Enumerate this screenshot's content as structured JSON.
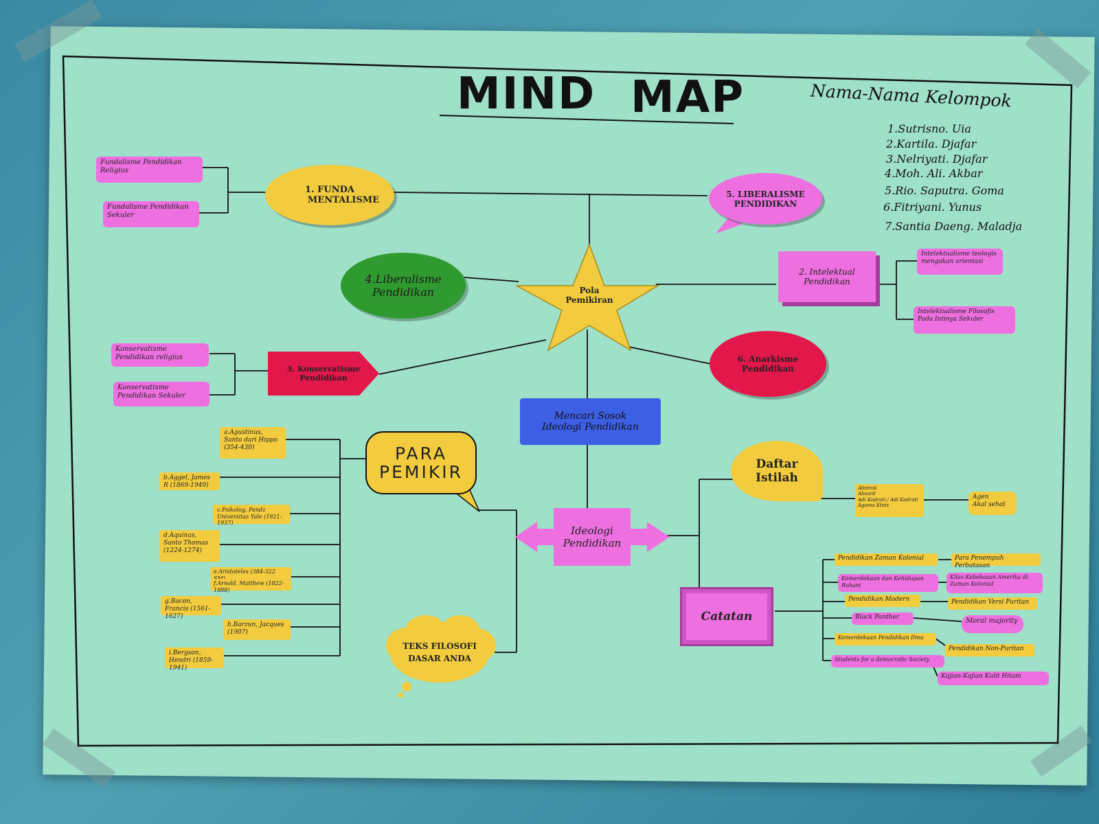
{
  "title": {
    "word1": "MIND",
    "word2": "MAP"
  },
  "group": {
    "heading": "Nama-Nama Kelompok",
    "members": [
      "1.Sutrisno. Uia",
      "2.Kartila. Djafar",
      "3.Nelriyati. Djafar",
      "4.Moh. Ali. Akbar",
      "5.Rio. Saputra. Goma",
      "6.Fitriyani. Yunus",
      "7.Santia Daeng. Maladja"
    ]
  },
  "center": {
    "line1": "Pola",
    "line2": "Pemikiran"
  },
  "banner": {
    "line1": "Mencari Sosok",
    "line2": "Ideologi Pendidikan"
  },
  "arrow": {
    "line1": "Ideologi",
    "line2": "Pendidikan"
  },
  "branches": {
    "b1": {
      "line1": "1. FUNDA",
      "line2": "MENTALISME"
    },
    "b2": {
      "line1": "2. Intelektual",
      "line2": "Pendidikan"
    },
    "b3": {
      "line1": "3. Konservatisme",
      "line2": "Pendidikan"
    },
    "b4": {
      "line1": "4.Liberalisme",
      "line2": "Pendidikan"
    },
    "b5": {
      "line1": "5. LIBERALISME",
      "line2": "PENDIDIKAN"
    },
    "b6": {
      "line1": "6. Anarkisme",
      "line2": "Pendidikan"
    }
  },
  "leaves": {
    "fund1": "Fundalisme Pendidikan Religius",
    "fund2": "Fundalisme Pendidikan Sekuler",
    "intel1": "Intelektualisme teologis mengakan orientasi",
    "intel2": "Intelektualisme Filosofis Pada Intinya Sekuler",
    "kons1": "Konservatisme Pendidikan religius",
    "kons2": "Konservatisme Pendidikan Sekuler"
  },
  "thinkers_title": {
    "line1": "PARA",
    "line2": "PEMIKIR"
  },
  "thinkers": [
    "a.Agustinus, Santo dari Hippo (354-430)",
    "b.Aggel, James R (1869-1949)",
    "c.Psikolog, Pendz Universitas Yale (1921-1937)",
    "d.Aquinas, Santo Thomas (1224-1274)",
    "e.Aristoteles (384-322 SM)",
    "f.Arnold, Matthew (1822-1888)",
    "g.Bacon, Francis (1561-1627)",
    "h.Barzun, Jacques (1907)",
    "i.Bergson, Hendri (1859-1941)"
  ],
  "cloud": {
    "line1": "TEKS FILOSOFI",
    "line2": "DASAR ANDA"
  },
  "glossary": {
    "line1": "Daftar",
    "line2": "Istilah"
  },
  "glossary_left": [
    "Abstrak",
    "Absurd",
    "Adi Kodrati / Adi Kodrati",
    "Agama Etnis"
  ],
  "glossary_right": [
    "Agen",
    "Akal sehat"
  ],
  "notes": {
    "title": "Catatan"
  },
  "notes_items": [
    "Pendidikan Zaman Kolonial",
    "Para Penempuh Perbatasan",
    "Kemerdekaan dan Kehidupan Rohani",
    "Kilas Kebebasan Amerika di Zaman Kolonial",
    "Pendidikan Modern",
    "Pendidikan Versi Puritan",
    "Black Panther",
    "Moral majority",
    "Kemerdekaan Pendidikan Ilmu",
    "Pendidikan Non-Puritan",
    "Students for a democratic Society",
    "Kajian-Kajian Kulit Hitam"
  ],
  "colors": {
    "pink": "#ee6fe0",
    "yellow": "#f2cc3e",
    "green": "#2f9a2f",
    "red": "#e2174a",
    "blue": "#3d5fe3",
    "paper": "#9fe0c8"
  }
}
